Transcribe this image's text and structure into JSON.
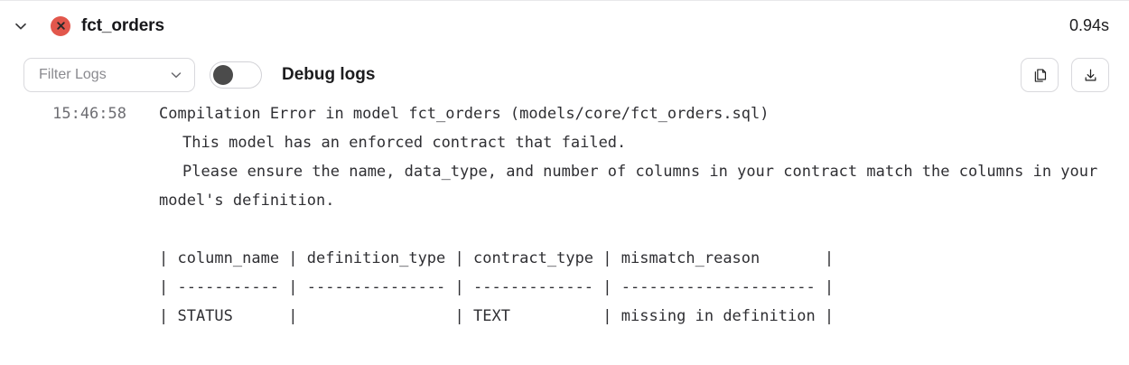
{
  "header": {
    "chevron_icon": "chevron-down-icon",
    "status_icon": "error-circle-x-icon",
    "status_color": "#e2574c",
    "model_name": "fct_orders",
    "duration": "0.94s"
  },
  "toolbar": {
    "filter_placeholder": "Filter Logs",
    "filter_caret_icon": "chevron-down-icon",
    "debug_toggle": {
      "label": "Debug logs",
      "state": "off"
    },
    "copy_button": {
      "icon": "copy-icon",
      "label": ""
    },
    "download_button": {
      "icon": "download-icon",
      "label": ""
    }
  },
  "log": {
    "clipped_above": "",
    "entries": [
      {
        "timestamp": "15:46:58",
        "lines": [
          "Compilation Error in model fct_orders (models/core/fct_orders.sql)",
          "This model has an enforced contract that failed.",
          "Please ensure the name, data_type, and number of columns in your contract match the columns in your model's definition."
        ]
      }
    ],
    "table_rows": [
      "| column_name | definition_type | contract_type | mismatch_reason       |",
      "| ----------- | --------------- | ------------- | --------------------- |",
      "| STATUS      |                 | TEXT          | missing in definition |"
    ]
  },
  "table_data": {
    "type": "table",
    "columns": [
      "column_name",
      "definition_type",
      "contract_type",
      "mismatch_reason"
    ],
    "rows": [
      [
        "STATUS",
        "",
        "TEXT",
        "missing in definition"
      ]
    ]
  }
}
